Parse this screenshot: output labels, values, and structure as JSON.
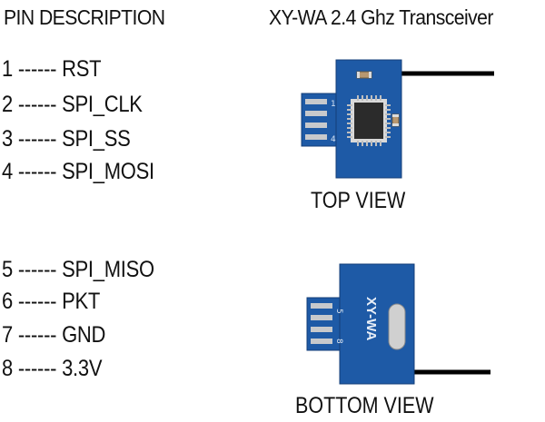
{
  "header": {
    "pin_heading": "PIN DESCRIPTION",
    "module_title": "XY-WA 2.4 Ghz Transceiver"
  },
  "pins": [
    {
      "number": "1",
      "dashes": "------",
      "name": "RST"
    },
    {
      "number": "2",
      "dashes": "------",
      "name": "SPI_CLK"
    },
    {
      "number": "3",
      "dashes": "------",
      "name": "SPI_SS"
    },
    {
      "number": "4",
      "dashes": "------",
      "name": "SPI_MOSI"
    },
    {
      "number": "5",
      "dashes": "------",
      "name": "SPI_MISO"
    },
    {
      "number": "6",
      "dashes": "------",
      "name": "PKT"
    },
    {
      "number": "7",
      "dashes": "------",
      "name": "GND"
    },
    {
      "number": "8",
      "dashes": "------",
      "name": "3.3V"
    }
  ],
  "views": {
    "top": {
      "label": "TOP VIEW",
      "pin_marks": [
        "1",
        "4"
      ]
    },
    "bottom": {
      "label": "BOTTOM VIEW",
      "pin_marks": [
        "5",
        "8"
      ],
      "board_text": "XY-WA"
    }
  },
  "colors": {
    "pcb": "#1e5aa6",
    "pcb_edge": "#143f78",
    "pad": "#c7c9cc",
    "chip": "#2b2b2b",
    "antenna": "#000000"
  }
}
